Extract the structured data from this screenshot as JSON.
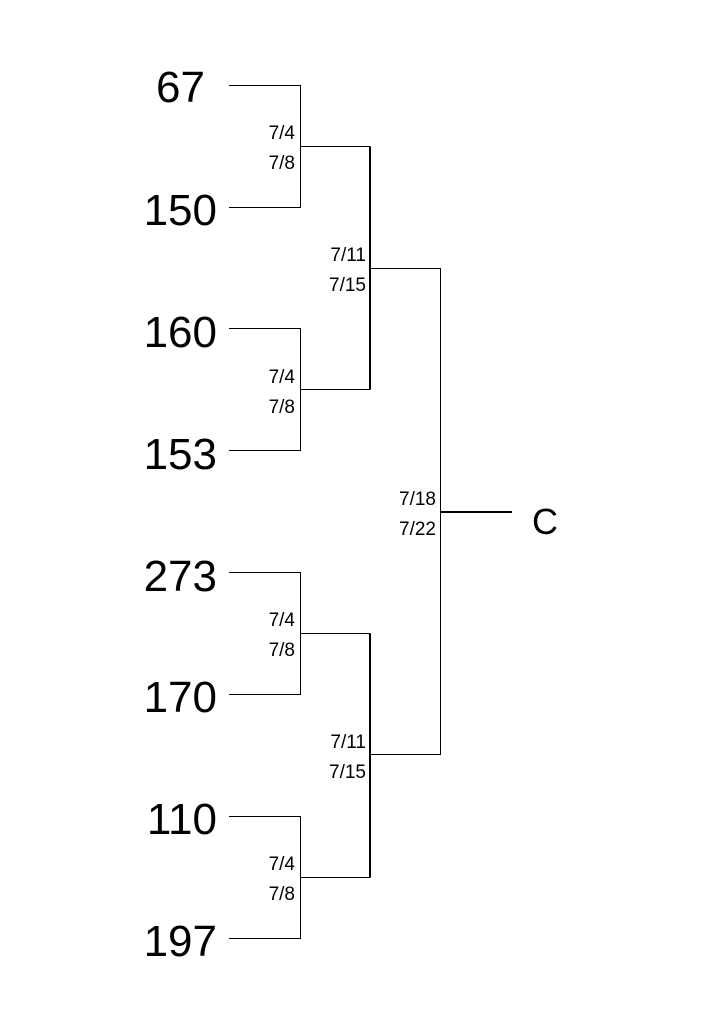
{
  "bracket": {
    "entrants": [
      "67",
      "150",
      "160",
      "153",
      "273",
      "170",
      "110",
      "197"
    ],
    "round1": [
      {
        "start": "7/4",
        "end": "7/8"
      },
      {
        "start": "7/4",
        "end": "7/8"
      },
      {
        "start": "7/4",
        "end": "7/8"
      },
      {
        "start": "7/4",
        "end": "7/8"
      }
    ],
    "round2": [
      {
        "start": "7/11",
        "end": "7/15"
      },
      {
        "start": "7/11",
        "end": "7/15"
      }
    ],
    "final": {
      "start": "7/18",
      "end": "7/22"
    },
    "winner": "C"
  }
}
